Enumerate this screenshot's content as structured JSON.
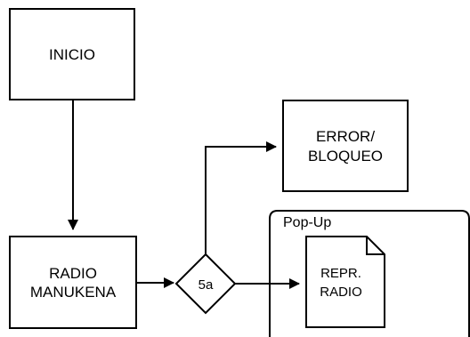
{
  "diagram": {
    "nodes": {
      "inicio": {
        "label": "INICIO"
      },
      "radio_manukena": {
        "lines": [
          "RADIO",
          "MANUKENA"
        ]
      },
      "decision": {
        "label": "5a"
      },
      "error_bloqueo": {
        "lines": [
          "ERROR/",
          "BLOQUEO"
        ]
      },
      "popup": {
        "title": "Pop-Up"
      },
      "repr_radio": {
        "lines": [
          "REPR.",
          "RADIO"
        ]
      }
    },
    "edges": [
      {
        "from": "inicio",
        "to": "radio_manukena"
      },
      {
        "from": "radio_manukena",
        "to": "decision"
      },
      {
        "from": "decision",
        "to": "error_bloqueo"
      },
      {
        "from": "decision",
        "to": "repr_radio"
      }
    ]
  },
  "colors": {
    "stroke": "#000000",
    "fill": "#ffffff",
    "text": "#000000"
  }
}
